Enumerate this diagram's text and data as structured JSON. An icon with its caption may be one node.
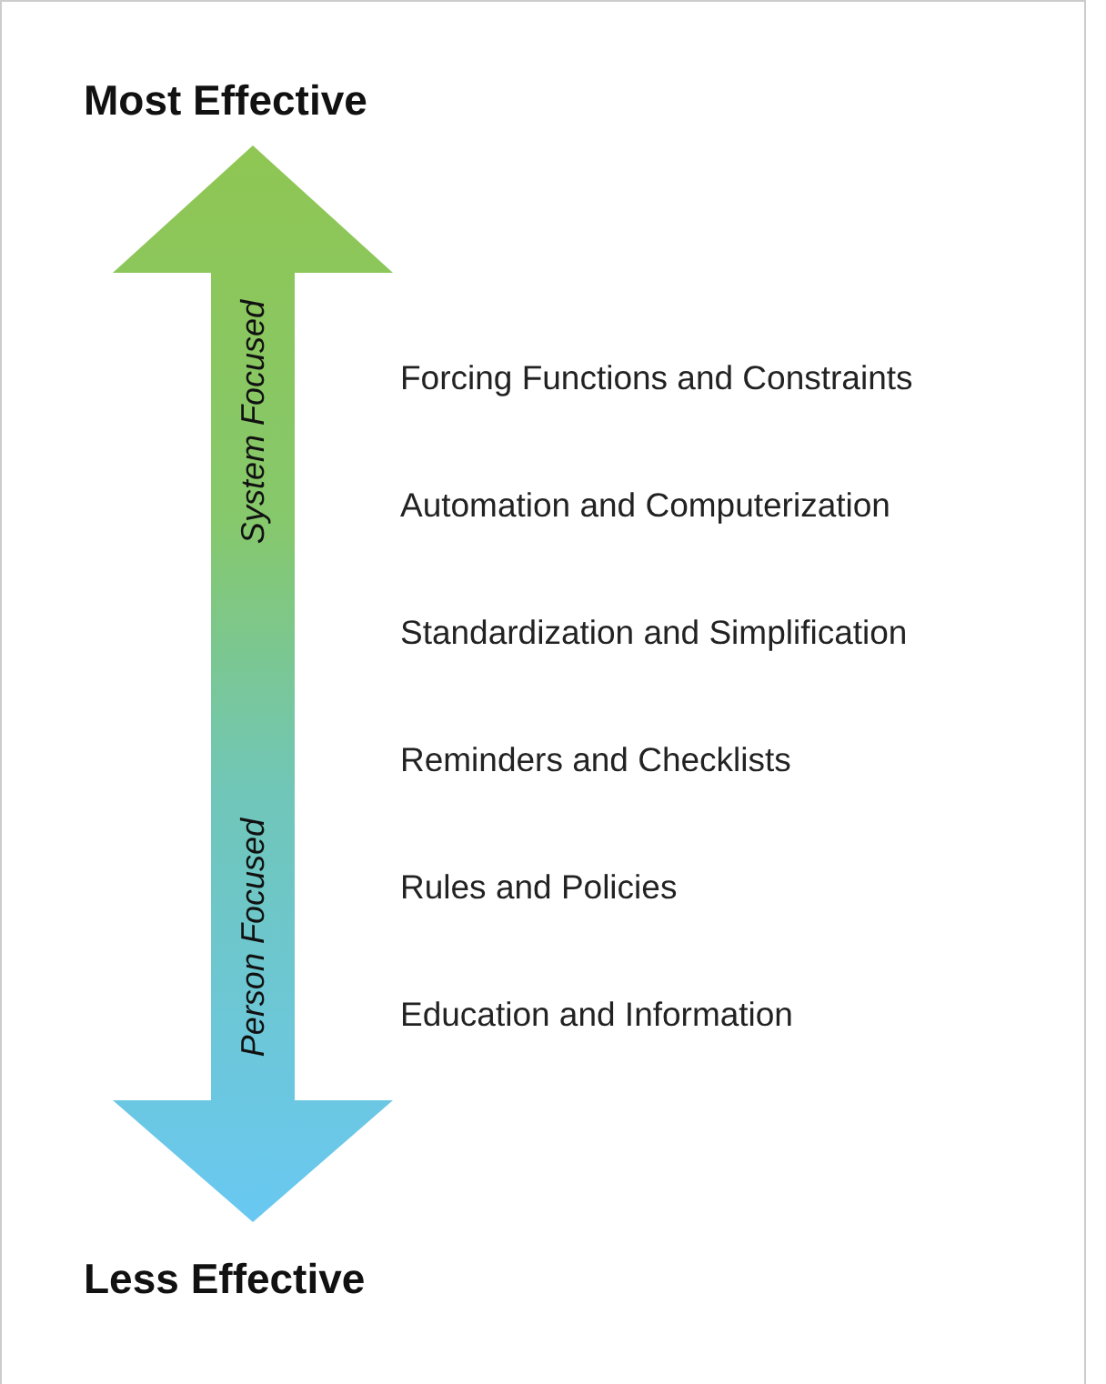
{
  "diagram": {
    "labels": [
      "Most Effective",
      "System Focused",
      "Forcing Functions and Constraints",
      "Automation and Computerization",
      "Standardization and Simplification",
      "Reminders and Checklists",
      "Person Focused",
      "Rules and Policies",
      "Education and Information",
      "Less Effective"
    ]
  }
}
